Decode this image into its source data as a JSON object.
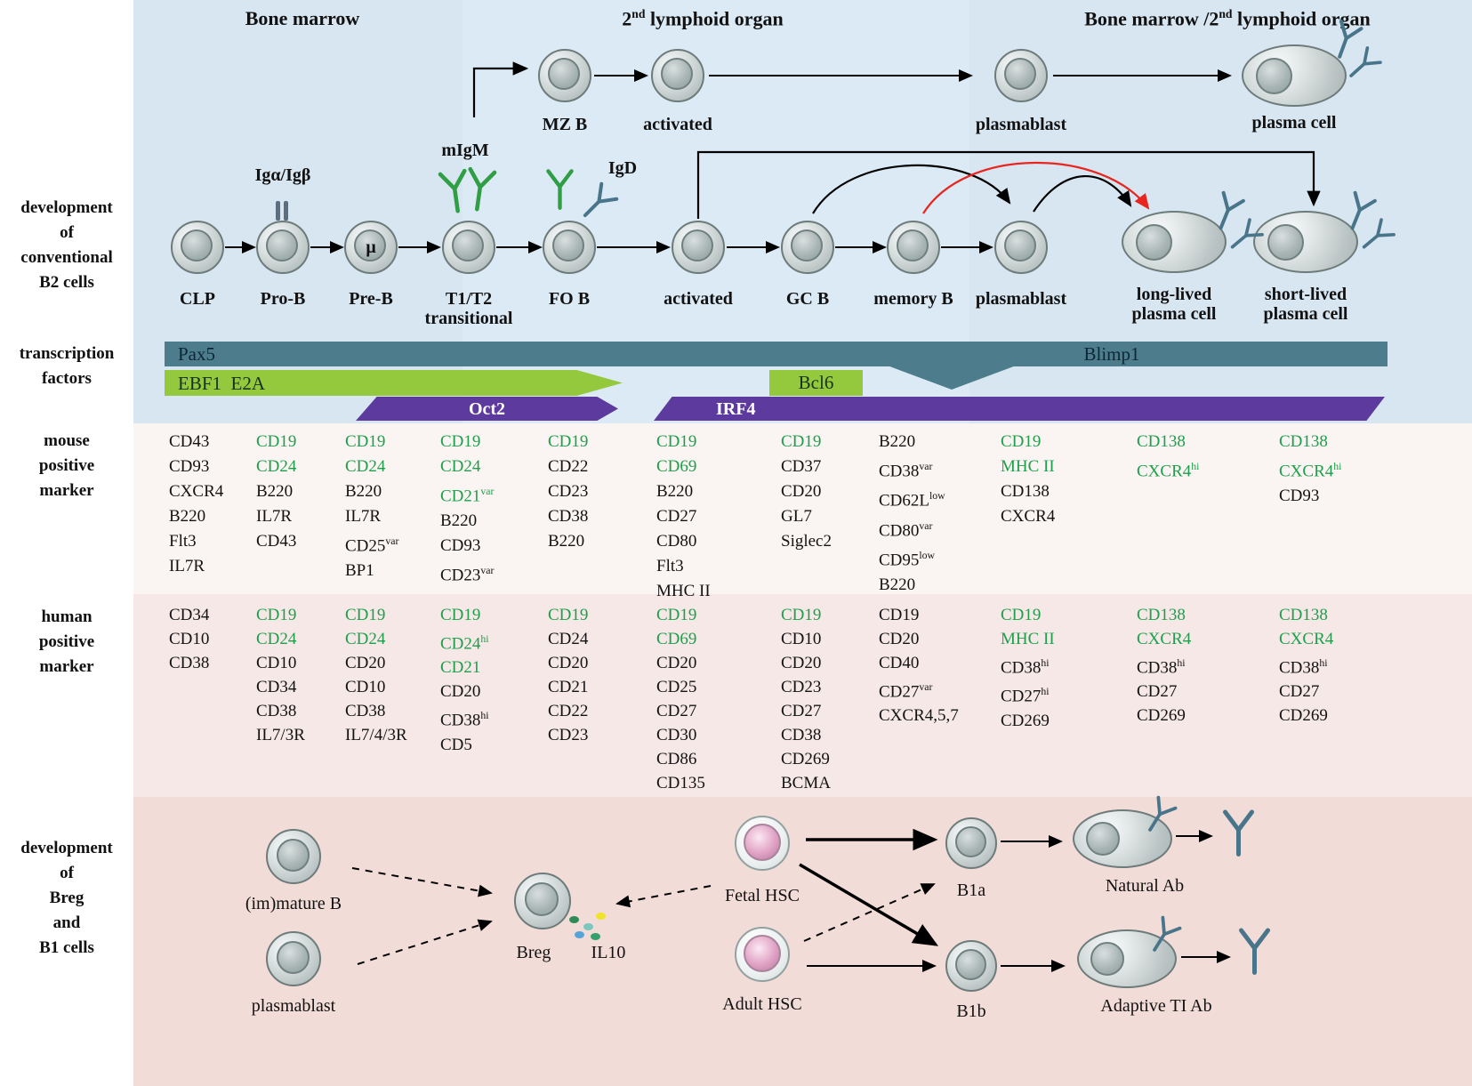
{
  "colors": {
    "marker_green": "#1f9e4b",
    "bar_teal": "#4d7d8c",
    "bar_green": "#94c83d",
    "bar_purple": "#5c3a9e",
    "arrow_red": "#e8251f",
    "antibody_teal": "#49758a",
    "antibody_green": "#2f9e44",
    "bg_top": "#d8e6f2",
    "bg_top_mid": "#dceaf6",
    "bg_mouse": "#faf4f2",
    "bg_human": "#f5e8e7",
    "bg_bottom": "#f2dcd7"
  },
  "headers": {
    "bone_marrow": "Bone marrow",
    "lymphoid": "2^nd lymphoid organ",
    "bm_lymphoid": "Bone marrow /2^nd lymphoid organ"
  },
  "left_labels": {
    "b2": [
      "development",
      "of",
      "conventional",
      "B2 cells"
    ],
    "tf": [
      "transcription",
      "factors"
    ],
    "mouse": [
      "mouse",
      "positive",
      "marker"
    ],
    "human": [
      "human",
      "positive",
      "marker"
    ],
    "breg": [
      "development",
      "of",
      "Breg",
      "and",
      "B1 cells"
    ]
  },
  "top_row": [
    {
      "label": "MZ B"
    },
    {
      "label": "activated"
    },
    {
      "label": "plasmablast"
    },
    {
      "label": "plasma cell"
    }
  ],
  "main_row": [
    {
      "label": "CLP"
    },
    {
      "label": "Pro-B",
      "tag": "Igα/Igβ"
    },
    {
      "label": "Pre-B",
      "inner": "μ"
    },
    {
      "label": "T1/T2|transitional",
      "tag": "mIgM"
    },
    {
      "label": "FO B",
      "tag": "IgD"
    },
    {
      "label": "activated"
    },
    {
      "label": "GC B"
    },
    {
      "label": "memory B"
    },
    {
      "label": "plasmablast"
    },
    {
      "label": "long-lived|plasma cell"
    },
    {
      "label": "short-lived|plasma cell"
    }
  ],
  "tf": {
    "pax5": "Pax5",
    "blimp1": "Blimp1",
    "ebf1_e2a": "EBF1  E2A",
    "bcl6": "Bcl6",
    "oct2": "Oct2",
    "irf4": "IRF4"
  },
  "mouse_markers": [
    [
      "CD43",
      "CD93",
      "CXCR4",
      "B220",
      "Flt3",
      "IL7R"
    ],
    [
      "*CD19",
      "*CD24",
      "B220",
      "IL7R",
      "CD43"
    ],
    [
      "*CD19",
      "*CD24",
      "B220",
      "IL7R",
      "CD25^var",
      "BP1"
    ],
    [
      "*CD19",
      "*CD24",
      "*CD21^var",
      "B220",
      "CD93",
      "CD23^var"
    ],
    [
      "*CD19",
      "CD22",
      "CD23",
      "CD38",
      "B220"
    ],
    [
      "*CD19",
      "*CD69",
      "B220",
      "CD27",
      "CD80",
      "Flt3",
      "MHC II"
    ],
    [
      "*CD19",
      "CD37",
      "CD20",
      "GL7",
      "Siglec2"
    ],
    [
      "B220",
      "CD38^var",
      "CD62L^low",
      "CD80^var",
      "CD95^low",
      "B220"
    ],
    [
      "*CD19",
      "*MHC II",
      "CD138",
      "CXCR4"
    ],
    [
      "*CD138",
      "*CXCR4^hi"
    ],
    [
      "*CD138",
      "*CXCR4^hi",
      "CD93"
    ]
  ],
  "human_markers": [
    [
      "CD34",
      "CD10",
      "CD38"
    ],
    [
      "*CD19",
      "*CD24",
      "CD10",
      "CD34",
      "CD38",
      "IL7/3R"
    ],
    [
      "*CD19",
      "*CD24",
      "CD20",
      "CD10",
      "CD38",
      "IL7/4/3R"
    ],
    [
      "*CD19",
      "*CD24^hi",
      "*CD21",
      "CD20",
      "CD38^hi",
      "CD5"
    ],
    [
      "*CD19",
      "CD24",
      "CD20",
      "CD21",
      "CD22",
      "CD23"
    ],
    [
      "*CD19",
      "*CD69",
      "CD20",
      "CD25",
      "CD27",
      "CD30",
      "CD86",
      "CD135"
    ],
    [
      "*CD19",
      "CD10",
      "CD20",
      "CD23",
      "CD27",
      "CD38",
      "CD269",
      "BCMA"
    ],
    [
      "CD19",
      "CD20",
      "CD40",
      "CD27^var",
      "CXCR4,5,7"
    ],
    [
      "*CD19",
      "*MHC II",
      "CD38^hi",
      "CD27^hi",
      "CD269"
    ],
    [
      "*CD138",
      "*CXCR4",
      "CD38^hi",
      "CD27",
      "CD269"
    ],
    [
      "*CD138",
      "*CXCR4",
      "CD38^hi",
      "CD27",
      "CD269"
    ]
  ],
  "breg_section": {
    "immature_b": "(im)mature B",
    "plasmablast": "plasmablast",
    "breg": "Breg",
    "il10": "IL10",
    "fetal_hsc": "Fetal HSC",
    "adult_hsc": "Adult HSC",
    "b1a": "B1a",
    "b1b": "B1b",
    "natural_ab": "Natural Ab",
    "adaptive_ab": "Adaptive TI Ab"
  }
}
